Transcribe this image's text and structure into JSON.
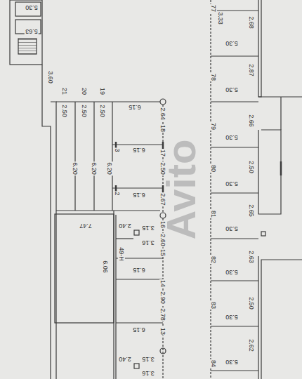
{
  "diagram": {
    "labels": [
      "5.30",
      "5.63",
      "3.60",
      "21",
      "20",
      "19",
      "2.50",
      "2.50",
      "2.50",
      "6.15",
      "2.64",
      "18",
      "6.20",
      "6.20",
      "6.20",
      "3",
      "6.15",
      "2.50",
      "17",
      "2",
      "6.15",
      "2.67",
      "16",
      "7.47",
      "2.40",
      "3.15",
      "3.16",
      "6.06",
      "49-H",
      "2.60",
      "15",
      "6.15",
      "2.90",
      "14",
      "6.15",
      "2.78",
      "13",
      "2.40",
      "3.15",
      "3.16",
      "77",
      "3.33",
      "2.68",
      "5.30",
      "2.87",
      "78",
      "5.30",
      "2.66",
      "79",
      "5.30",
      "2.50",
      "80",
      "5.30",
      "2.65",
      "81",
      "5.30",
      "2.63",
      "82",
      "5.30",
      "2.50",
      "83",
      "5.30",
      "2.62",
      "84",
      "5.30",
      "Avito"
    ]
  }
}
